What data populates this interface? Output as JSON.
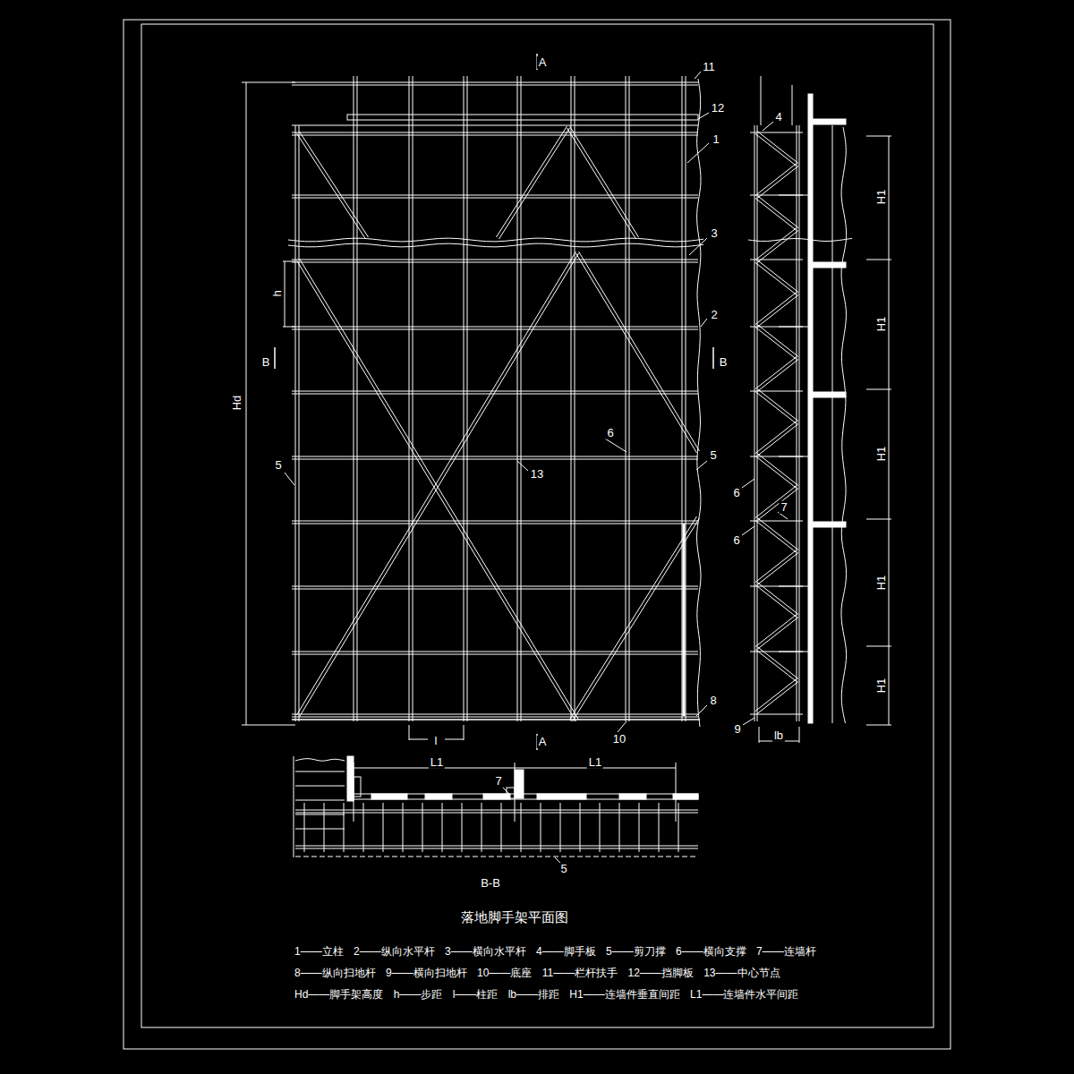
{
  "diagram": {
    "title": "落地脚手架平面图",
    "labels": [
      "A",
      "11",
      "12",
      "1",
      "3",
      "h",
      "2",
      "B",
      "B",
      "Hd",
      "5",
      "6",
      "13",
      "5",
      "8",
      "l",
      "A",
      "10",
      "4",
      "H1",
      "H1",
      "H1",
      "H1",
      "H1",
      "6",
      "7",
      "6",
      "9",
      "lb",
      "L1",
      "L1",
      "7",
      "5",
      "B-B",
      "1——立柱 2——纵向水平杆 3——横向水平杆 4——脚手板 5——剪刀撑 6——横向支撑 7——连墙杆",
      "8——纵向扫地杆 9——横向扫地杆 10——底座 11——栏杆扶手 12——挡脚板 13——中心节点",
      "Hd——脚手架高度 h——步距 l——柱距 lb——排距 H1——连墙件垂直间距 L1——连墙件水平间距"
    ]
  }
}
